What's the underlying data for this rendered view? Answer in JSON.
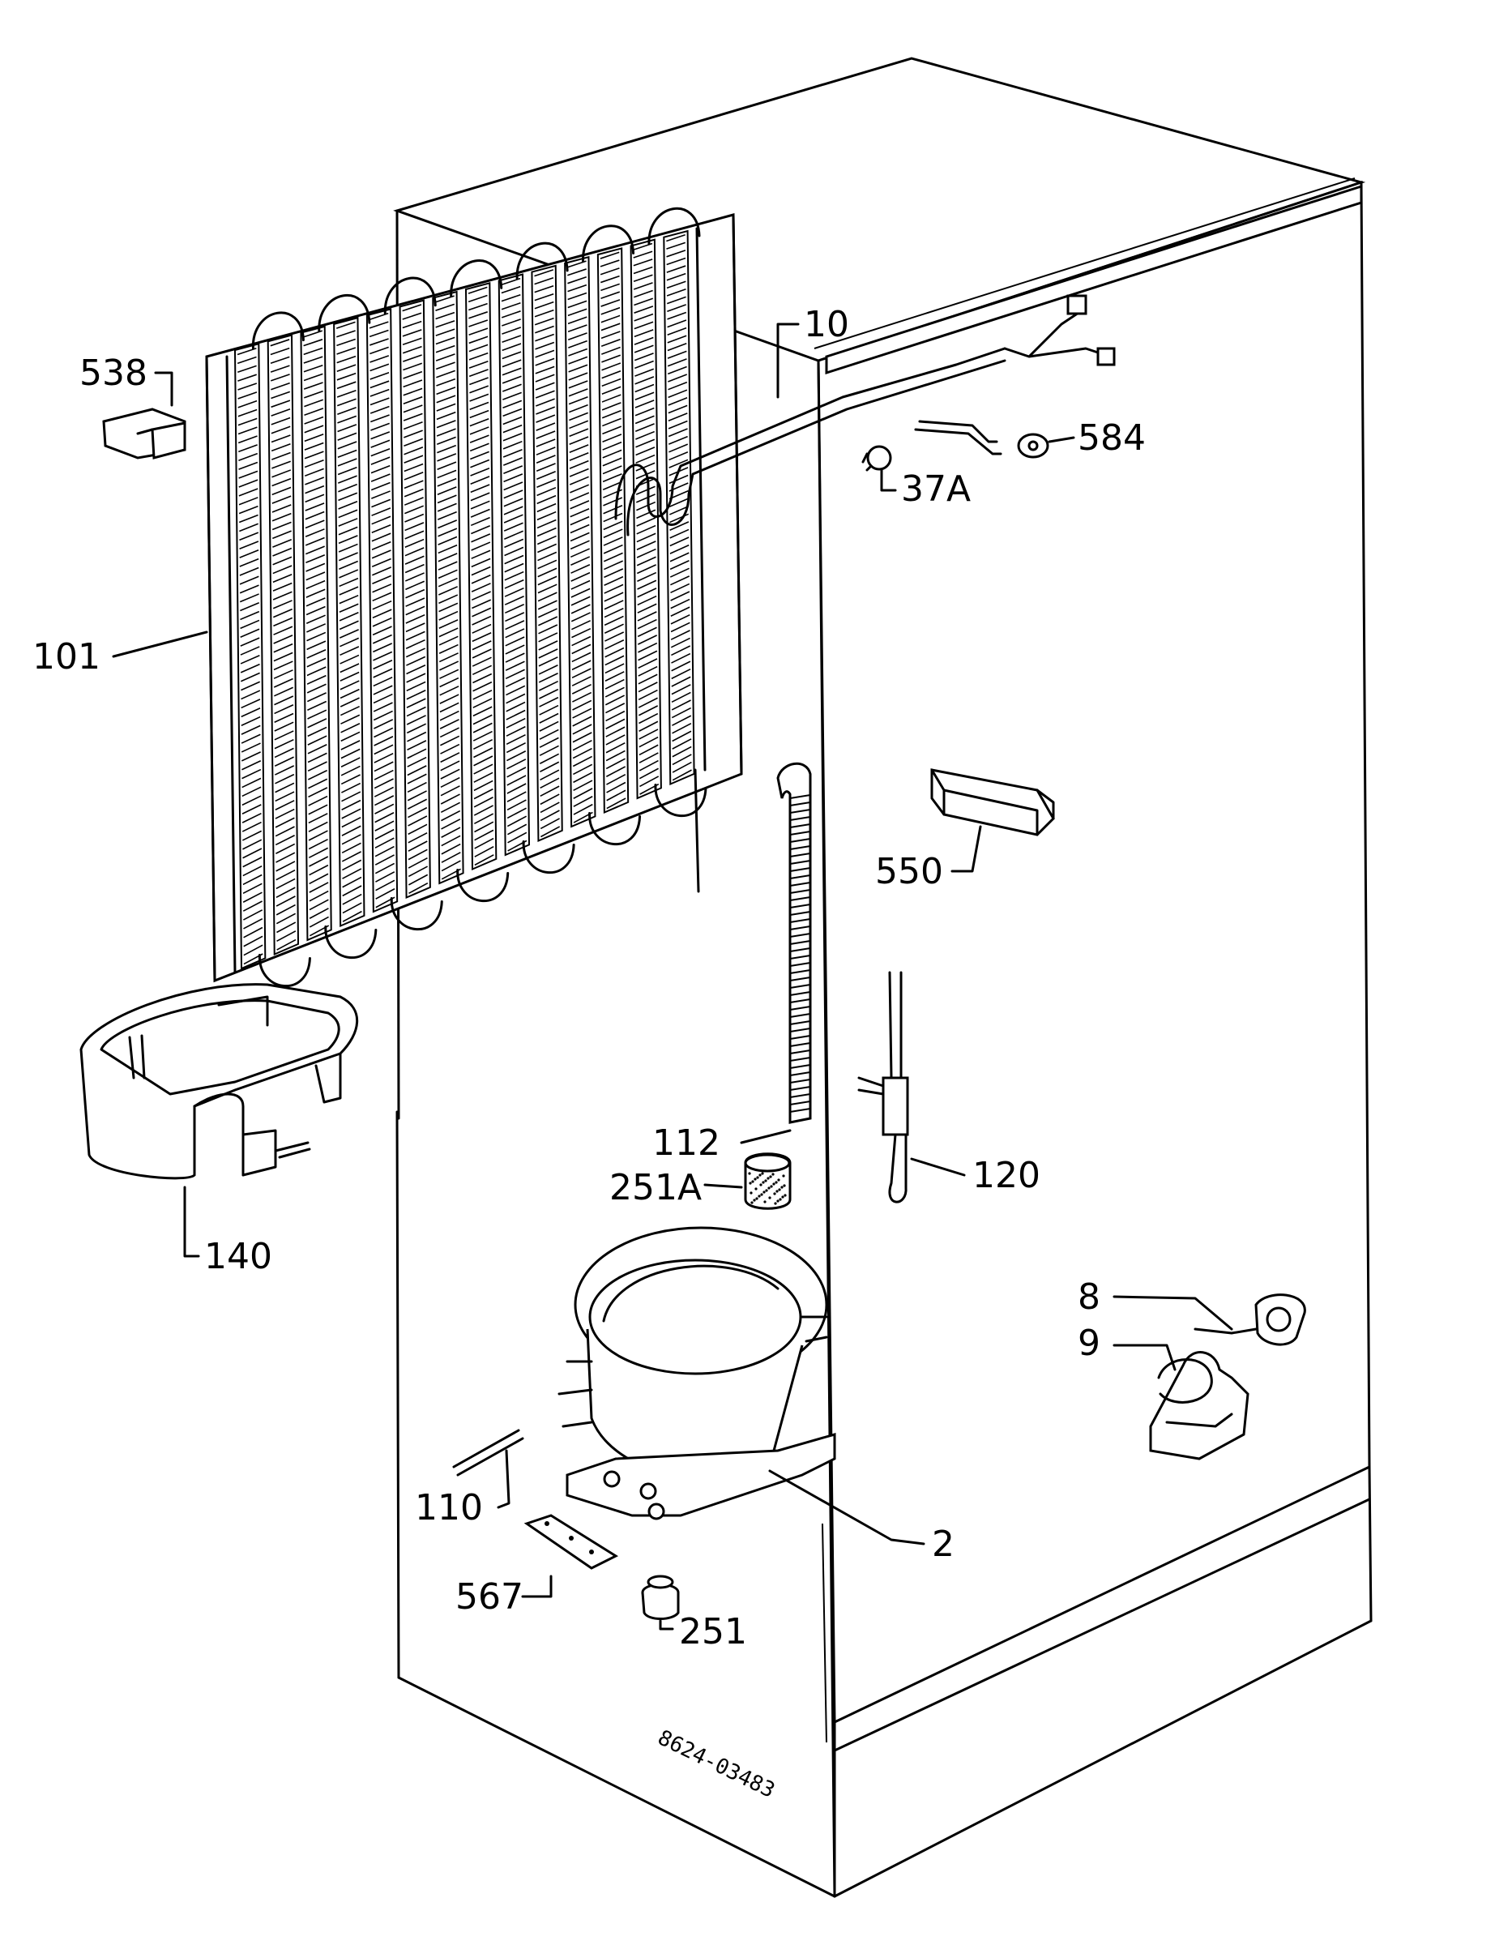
{
  "drawing_code": "8624-03483",
  "callouts": [
    {
      "id": "10",
      "text": "10"
    },
    {
      "id": "538",
      "text": "538"
    },
    {
      "id": "584",
      "text": "584"
    },
    {
      "id": "37A",
      "text": "37A"
    },
    {
      "id": "101",
      "text": "101"
    },
    {
      "id": "550",
      "text": "550"
    },
    {
      "id": "140",
      "text": "140"
    },
    {
      "id": "112",
      "text": "112"
    },
    {
      "id": "251A",
      "text": "251A"
    },
    {
      "id": "120",
      "text": "120"
    },
    {
      "id": "8",
      "text": "8"
    },
    {
      "id": "9",
      "text": "9"
    },
    {
      "id": "110",
      "text": "110"
    },
    {
      "id": "2",
      "text": "2"
    },
    {
      "id": "567",
      "text": "567"
    },
    {
      "id": "251",
      "text": "251"
    }
  ]
}
